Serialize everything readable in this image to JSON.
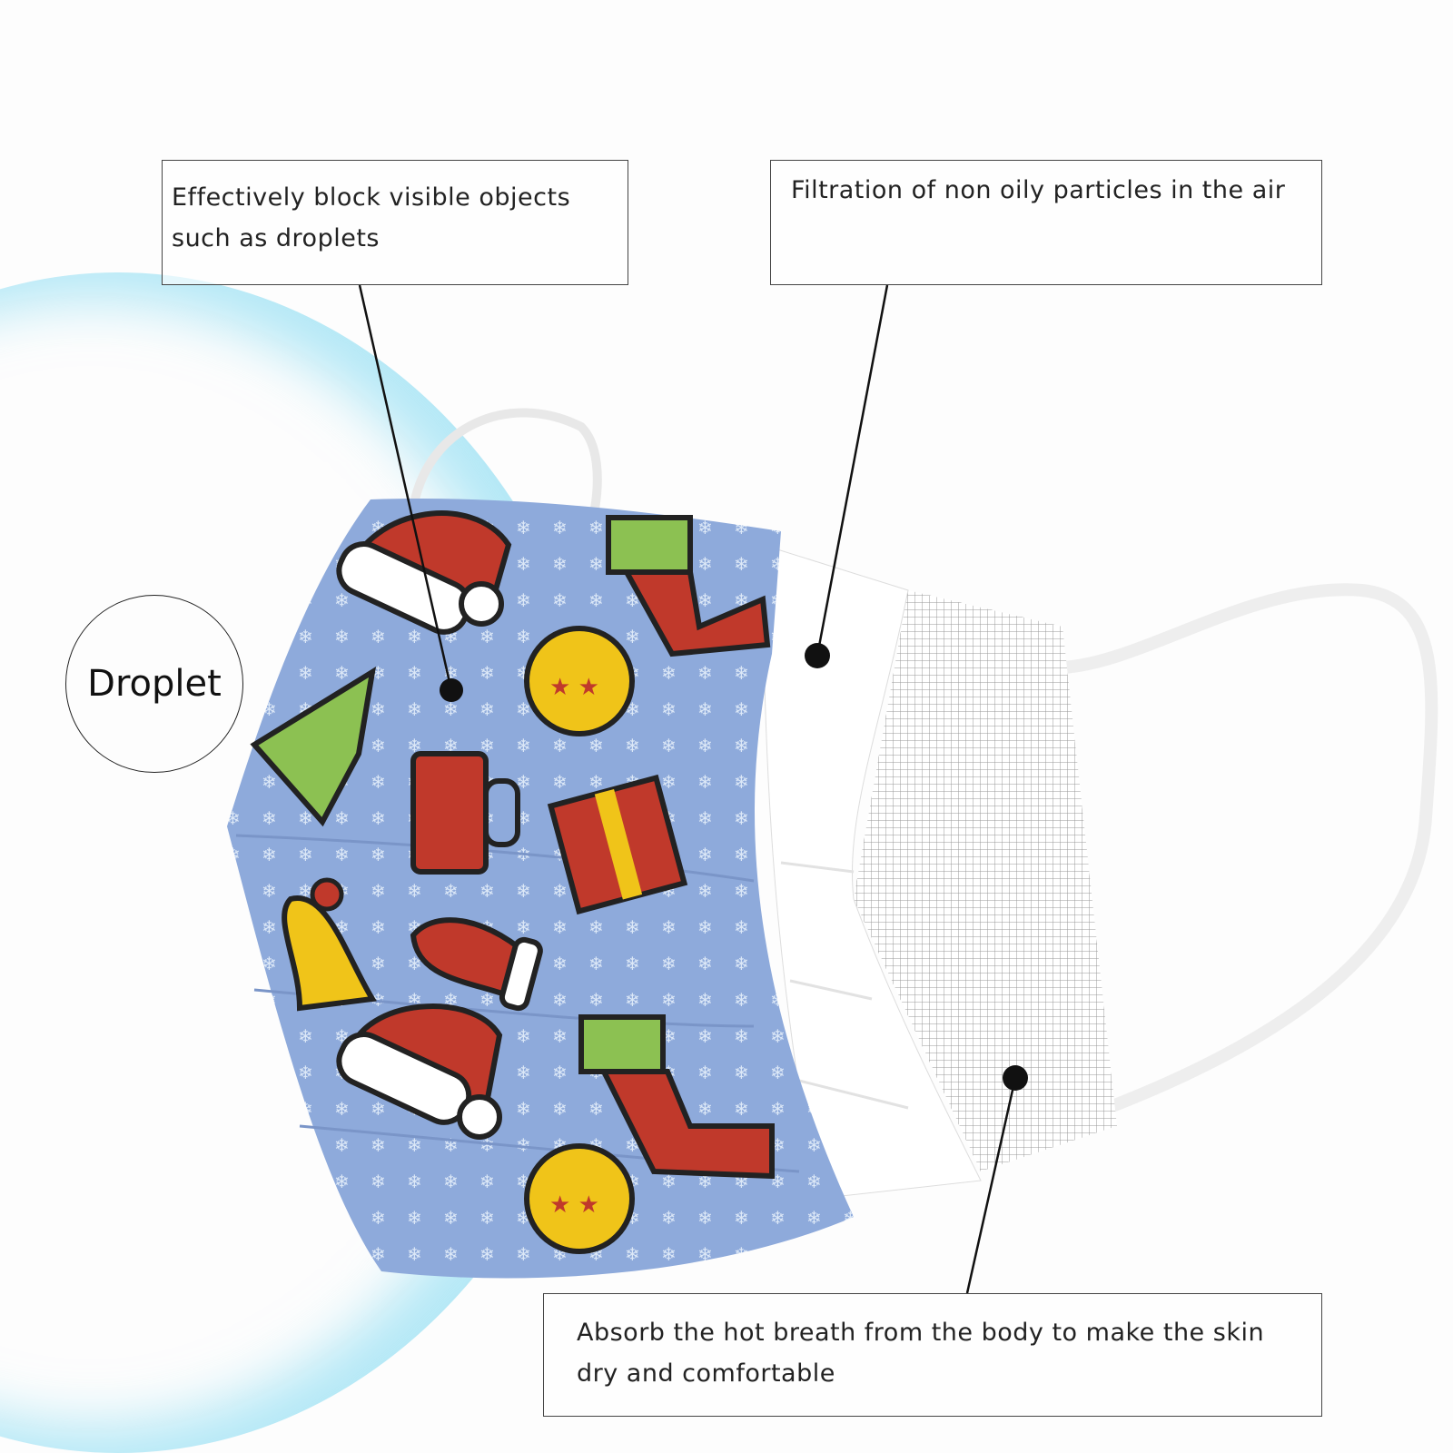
{
  "callouts": {
    "outer_layer": "Effectively block visible objects such as droplets",
    "middle_layer": "Filtration of non oily particles in the air",
    "inner_layer": "Absorb the hot breath from the body to make the skin dry and comfortable"
  },
  "droplet_label": "Droplet",
  "colors": {
    "mask_blue": "#8eaadb",
    "glow": "#7fd8f0",
    "red": "#c0392b",
    "green": "#8cc152",
    "yellow": "#f0c419"
  }
}
